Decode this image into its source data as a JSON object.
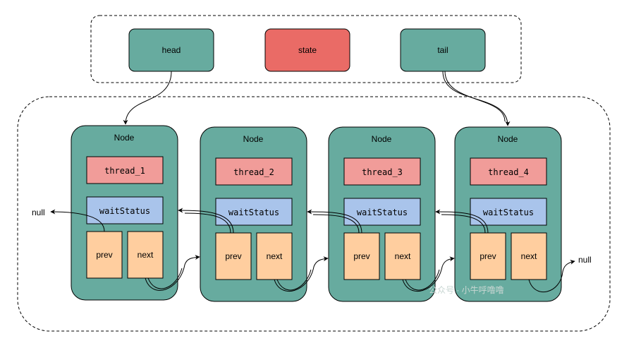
{
  "top": {
    "head": "head",
    "state": "state",
    "tail": "tail"
  },
  "nodes": [
    {
      "title": "Node",
      "thread": "thread_1",
      "status": "waitStatus",
      "prev": "prev",
      "next": "next"
    },
    {
      "title": "Node",
      "thread": "thread_2",
      "status": "waitStatus",
      "prev": "prev",
      "next": "next"
    },
    {
      "title": "Node",
      "thread": "thread_3",
      "status": "waitStatus",
      "prev": "prev",
      "next": "next"
    },
    {
      "title": "Node",
      "thread": "thread_4",
      "status": "waitStatus",
      "prev": "prev",
      "next": "next"
    }
  ],
  "null_left": "null",
  "null_right": "null",
  "watermark": "公众号 · 小牛呼噜噜",
  "colors": {
    "teal": "#67ab9f",
    "red": "#ea6b66",
    "thread": "#f19c99",
    "status": "#a9c4eb",
    "pointer": "#ffce9f",
    "stroke": "#000000"
  }
}
